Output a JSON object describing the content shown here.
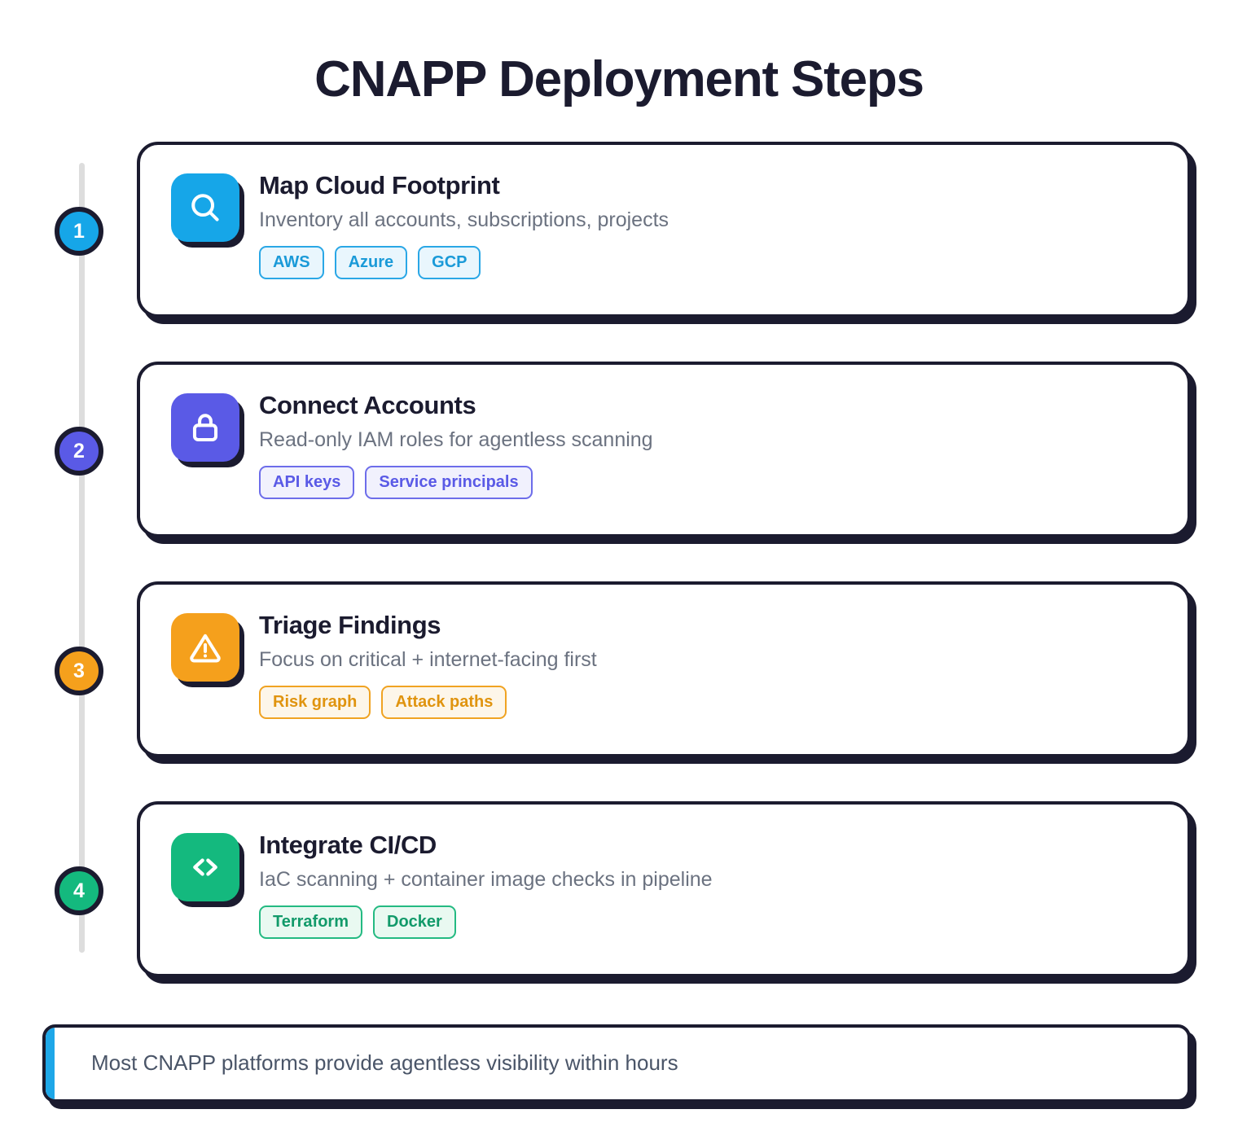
{
  "page": {
    "title": "CNAPP Deployment Steps",
    "background": "#ffffff",
    "ink": "#1b1b2f"
  },
  "steps": [
    {
      "number": "1",
      "title": "Map Cloud Footprint",
      "description": "Inventory all accounts, subscriptions, projects",
      "icon": "search-icon",
      "accent": "#16a6e8",
      "tag_bg": "#e9f6fd",
      "tag_border": "#2aa7e6",
      "tag_text": "#1a9ad8",
      "tags": [
        "AWS",
        "Azure",
        "GCP"
      ]
    },
    {
      "number": "2",
      "title": "Connect Accounts",
      "description": "Read-only IAM roles for agentless scanning",
      "icon": "lock-icon",
      "accent": "#5a5ae6",
      "tag_bg": "#f1f1fd",
      "tag_border": "#6d6dea",
      "tag_text": "#5a5ae6",
      "tags": [
        "API keys",
        "Service principals"
      ]
    },
    {
      "number": "3",
      "title": "Triage Findings",
      "description": "Focus on critical + internet-facing first",
      "icon": "warning-icon",
      "accent": "#f5a01c",
      "tag_bg": "#fdf6e9",
      "tag_border": "#f0a322",
      "tag_text": "#e0940f",
      "tags": [
        "Risk graph",
        "Attack paths"
      ]
    },
    {
      "number": "4",
      "title": "Integrate CI/CD",
      "description": "IaC scanning + container image checks in pipeline",
      "icon": "code-icon",
      "accent": "#14b97e",
      "tag_bg": "#e9f9f1",
      "tag_border": "#24ba82",
      "tag_text": "#129a6a",
      "tags": [
        "Terraform",
        "Docker"
      ]
    }
  ],
  "footer": {
    "text": "Most CNAPP platforms provide agentless visibility within hours",
    "accent_color": "#1ea7e8"
  }
}
